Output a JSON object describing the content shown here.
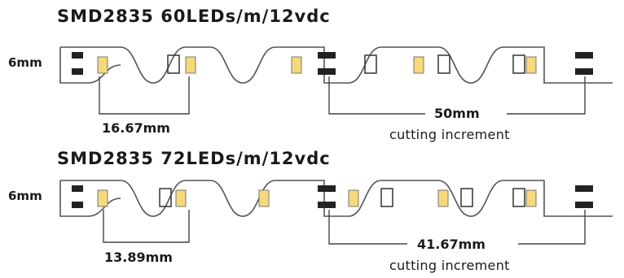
{
  "figure": {
    "strip_60": {
      "title": "SMD2835 60LEDs/m/12vdc",
      "width_label": "6mm",
      "led_pitch": "16.67mm",
      "cut_length": "50mm",
      "cut_label": "cutting increment"
    },
    "strip_72": {
      "title": "SMD2835 72LEDs/m/12vdc",
      "width_label": "6mm",
      "led_pitch": "13.89mm",
      "cut_length": "41.67mm",
      "cut_label": "cutting increment"
    },
    "colors": {
      "led": "#f6d97a",
      "line": "#555555",
      "pad": "#222222",
      "text": "#1a1a1a"
    }
  }
}
